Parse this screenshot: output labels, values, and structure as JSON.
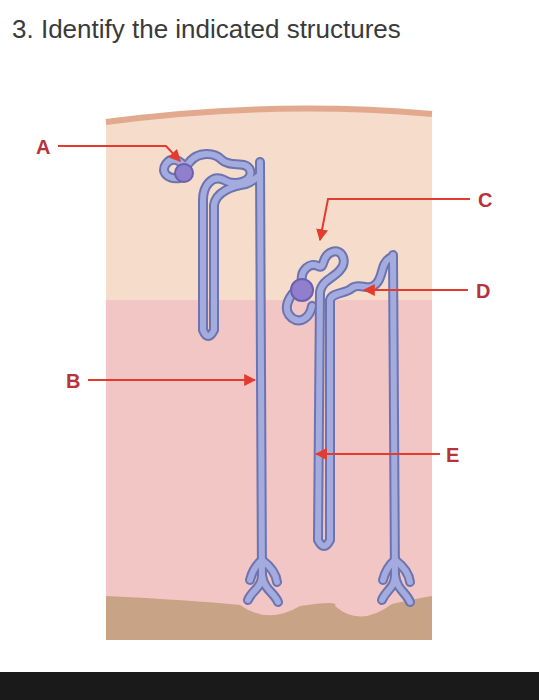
{
  "diagram": {
    "title": "3. Identify the indicated structures",
    "labels": [
      "A",
      "B",
      "C",
      "D",
      "E"
    ]
  }
}
